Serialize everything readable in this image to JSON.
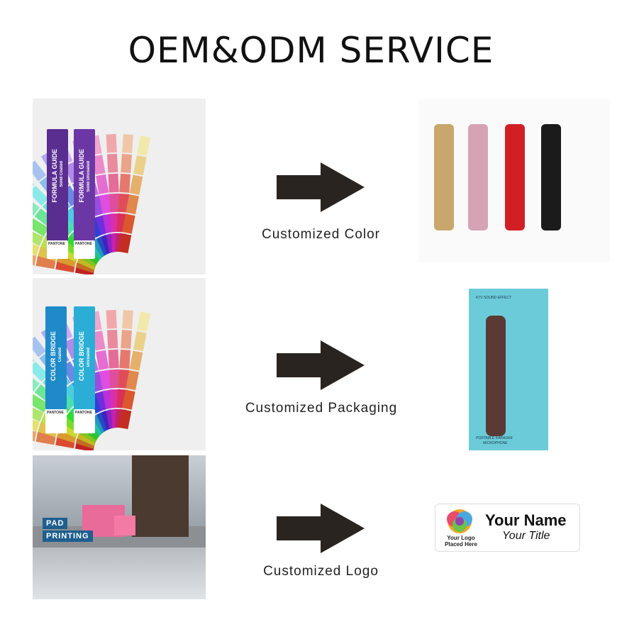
{
  "title": "OEM&ODM SERVICE",
  "rows": [
    {
      "caption": "Customized Color",
      "left": {
        "card1_text": "FORMULA GUIDE",
        "card1_sub": "Solid Coated",
        "card2_text": "FORMULA GUIDE",
        "card2_sub": "Solid Uncoated",
        "brand": "PANTONE",
        "card_color": "#5a2d91"
      },
      "right": {
        "mic_colors": [
          "#c9a66b",
          "#d6a3b5",
          "#d21f26",
          "#1b1b1b"
        ]
      }
    },
    {
      "caption": "Customized Packaging",
      "left": {
        "card1_text": "COLOR BRIDGE",
        "card1_sub": "Coated",
        "card2_text": "COLOR BRIDGE",
        "card2_sub": "Uncoated",
        "brand": "PANTONE",
        "card_color": "#1f8ac9"
      },
      "right": {
        "box_top_text": "KTV SOUND EFFECT",
        "box_bottom_text_1": "PORTABLE KARAOKE",
        "box_bottom_text_2": "MICROPHONE"
      }
    },
    {
      "caption": "Customized Logo",
      "left": {
        "badge_1": "PAD",
        "badge_2": "PRINTING"
      },
      "right": {
        "name": "Your Name",
        "title": "Your Title",
        "logo_line_1": "Your Logo",
        "logo_line_2": "Placed Here"
      }
    }
  ],
  "colors": {
    "arrow": "#2a2420"
  }
}
